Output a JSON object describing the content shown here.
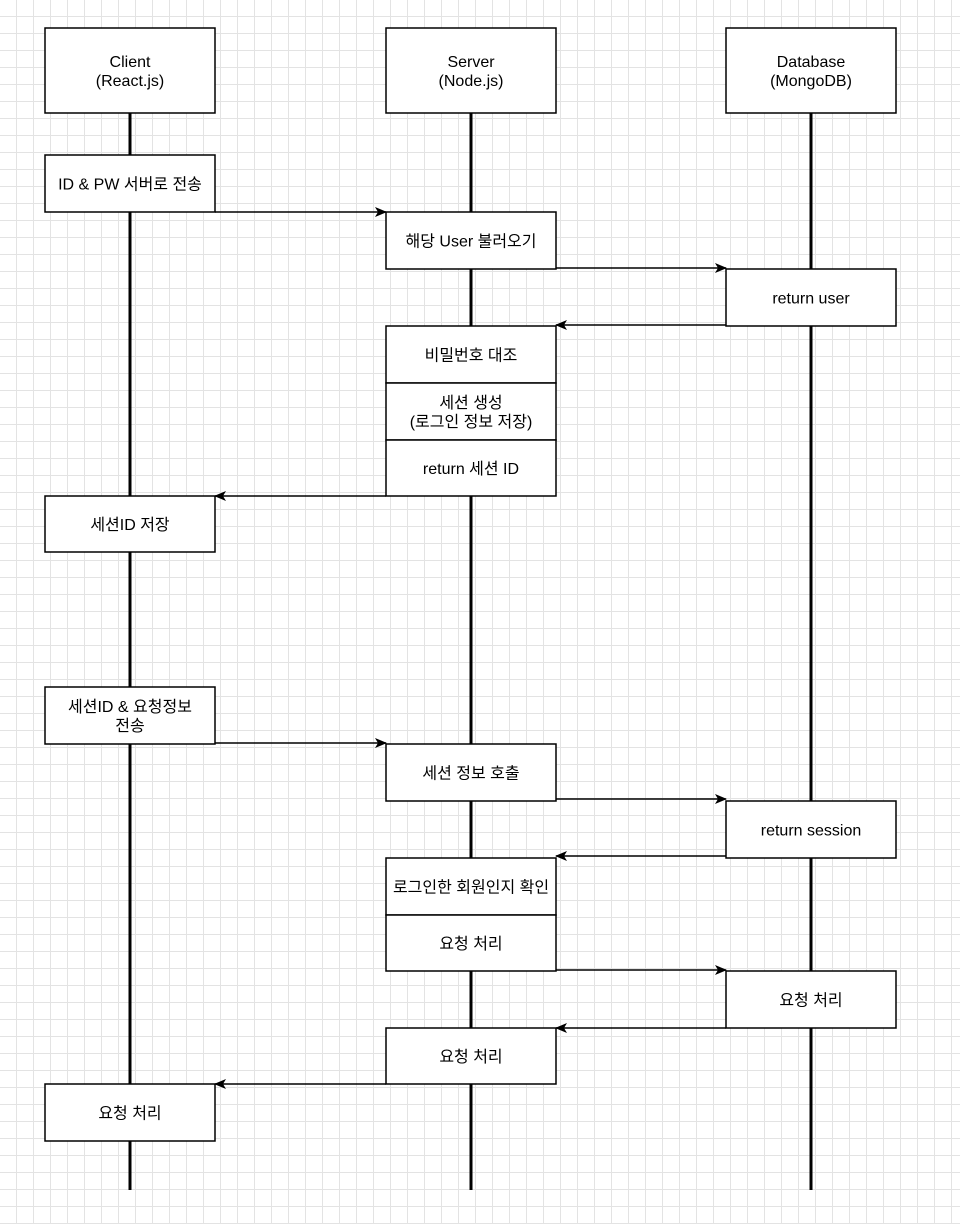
{
  "participants": [
    {
      "id": "client",
      "lines": [
        "Client",
        "(React.js)"
      ]
    },
    {
      "id": "server",
      "lines": [
        "Server",
        "(Node.js)"
      ]
    },
    {
      "id": "database",
      "lines": [
        "Database",
        "(MongoDB)"
      ]
    }
  ],
  "steps": [
    {
      "on": "client",
      "lines": [
        "ID & PW 서버로 전송"
      ]
    },
    {
      "on": "server",
      "lines": [
        "해당 User 불러오기"
      ]
    },
    {
      "on": "database",
      "lines": [
        "return user"
      ]
    },
    {
      "on": "server",
      "lines": [
        "비밀번호 대조"
      ]
    },
    {
      "on": "server",
      "lines": [
        "세션 생성",
        "(로그인 정보 저장)"
      ]
    },
    {
      "on": "server",
      "lines": [
        "return 세션 ID"
      ]
    },
    {
      "on": "client",
      "lines": [
        "세션ID 저장"
      ]
    },
    {
      "on": "client",
      "lines": [
        "세션ID & 요청정보",
        "전송"
      ]
    },
    {
      "on": "server",
      "lines": [
        "세션 정보 호출"
      ]
    },
    {
      "on": "database",
      "lines": [
        "return session"
      ]
    },
    {
      "on": "server",
      "lines": [
        "로그인한 회원인지 확인"
      ]
    },
    {
      "on": "server",
      "lines": [
        "요청 처리"
      ]
    },
    {
      "on": "database",
      "lines": [
        "요청 처리"
      ]
    },
    {
      "on": "server",
      "lines": [
        "요청 처리"
      ]
    },
    {
      "on": "client",
      "lines": [
        "요청 처리"
      ]
    }
  ],
  "messages": [
    {
      "from": "client",
      "to": "server"
    },
    {
      "from": "server",
      "to": "database"
    },
    {
      "from": "database",
      "to": "server"
    },
    {
      "from": "server",
      "to": "client"
    },
    {
      "from": "client",
      "to": "server"
    },
    {
      "from": "server",
      "to": "database"
    },
    {
      "from": "database",
      "to": "server"
    },
    {
      "from": "server",
      "to": "database"
    },
    {
      "from": "database",
      "to": "server"
    },
    {
      "from": "server",
      "to": "client"
    }
  ]
}
